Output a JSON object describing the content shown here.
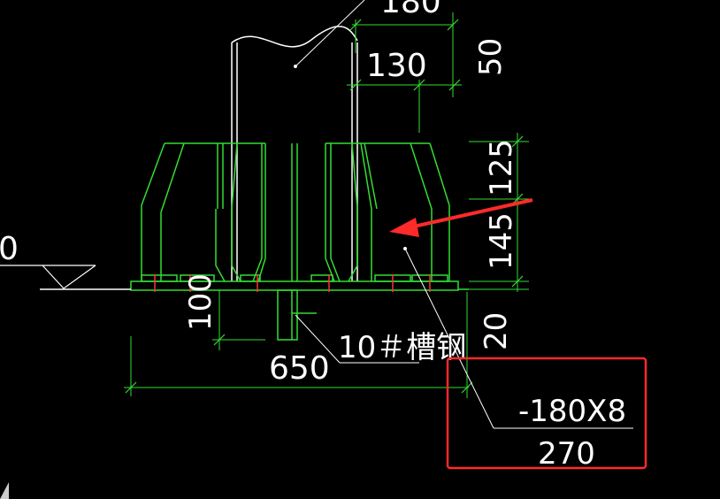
{
  "colors": {
    "background": "#000000",
    "steel": "#33dd33",
    "column": "#ffffff",
    "bolt": "#ff3333",
    "highlight": "#ff2a2a"
  },
  "dimensions": {
    "top_width": "180",
    "plate_width": "130",
    "top_height": "50",
    "stiffener_upper": "125",
    "stiffener_lower": "145",
    "base_thickness": "20",
    "channel_depth": "100",
    "overall_width": "650"
  },
  "annotations": {
    "channel_label": "10＃槽钢",
    "partial_label": "0",
    "plate_spec_top": "-180X8",
    "plate_spec_bottom": "270"
  }
}
